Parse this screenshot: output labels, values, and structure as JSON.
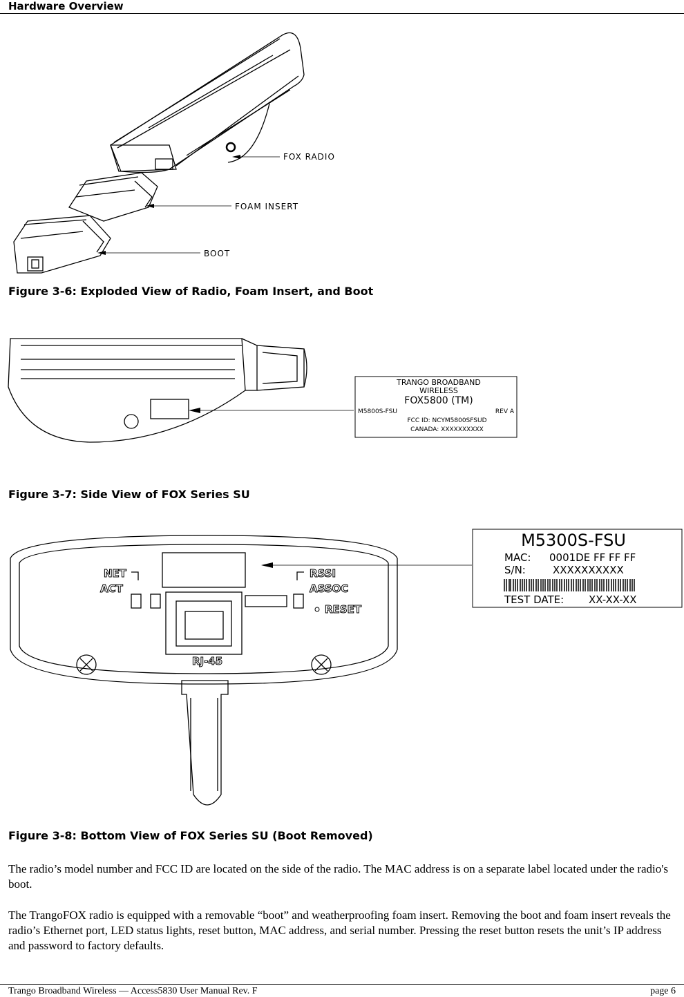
{
  "header": {
    "section_title": "Hardware Overview"
  },
  "figure6": {
    "labels": {
      "radio": "FOX RADIO",
      "foam": "FOAM INSERT",
      "boot": "BOOT"
    },
    "caption": "Figure 3-6:  Exploded View of Radio, Foam Insert, and Boot"
  },
  "figure7": {
    "label": {
      "line1": "TRANGO BROADBAND",
      "line2": "WIRELESS",
      "product": "FOX5800 (TM)",
      "model": "M5800S-FSU",
      "rev": "REV A",
      "fcc": "FCC ID: NCYM5800SFSUD",
      "canada": "CANADA: XXXXXXXXXX"
    },
    "caption": "Figure 3-7:  Side View of FOX Series SU"
  },
  "figure8": {
    "ports": {
      "net": "NET",
      "act": "ACT",
      "rssi": "RSSI",
      "assoc": "ASSOC",
      "reset": "RESET",
      "rj45": "RJ-45"
    },
    "label": {
      "model": "M5300S-FSU",
      "mac_label": "MAC:",
      "mac_value": "0001DE FF FF FF",
      "sn_label": "S/N:",
      "sn_value": "XXXXXXXXXX",
      "test_label": "TEST DATE:",
      "test_value": "XX-XX-XX"
    },
    "caption": "Figure 3-8:  Bottom View of FOX Series SU (Boot Removed)"
  },
  "paragraphs": [
    "The radio’s model number and FCC ID are located on the side of the radio.  The MAC address is on a separate label located under the radio's boot.",
    "The TrangoFOX radio is equipped with a removable “boot” and weatherproofing foam insert.  Removing the boot and foam insert reveals the radio’s Ethernet port, LED status lights, reset button, MAC address, and serial number.    Pressing the reset button resets the unit’s IP address and password to factory defaults."
  ],
  "footer": {
    "left": "Trango Broadband Wireless — Access5830 User Manual  Rev. F",
    "right": "page 6"
  }
}
